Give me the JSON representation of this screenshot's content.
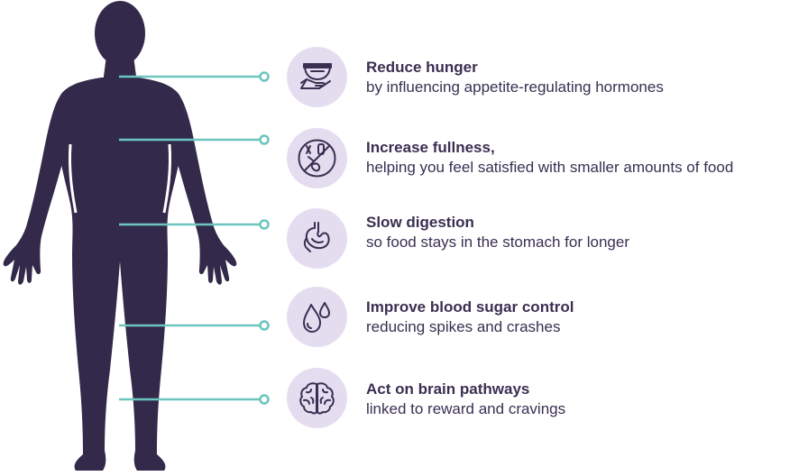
{
  "colors": {
    "body_silhouette": "#332a4b",
    "connector_line": "#6cc5bf",
    "icon_circle_fill": "#e4ddef",
    "icon_stroke": "#3a2f52",
    "text": "#3a2f52"
  },
  "benefits": [
    {
      "icon": "bowl-in-hand-icon",
      "title": "Reduce hunger",
      "description": "by influencing appetite-regulating hormones"
    },
    {
      "icon": "no-food-icon",
      "title": "Increase fullness,",
      "description": "helping you feel satisfied with smaller amounts of food"
    },
    {
      "icon": "stomach-icon",
      "title": "Slow digestion",
      "description": "so food stays in the stomach for longer"
    },
    {
      "icon": "blood-drops-icon",
      "title": "Improve blood sugar control",
      "description": "reducing spikes and crashes"
    },
    {
      "icon": "brain-icon",
      "title": "Act on brain pathways",
      "description": "linked to reward and cravings"
    }
  ]
}
